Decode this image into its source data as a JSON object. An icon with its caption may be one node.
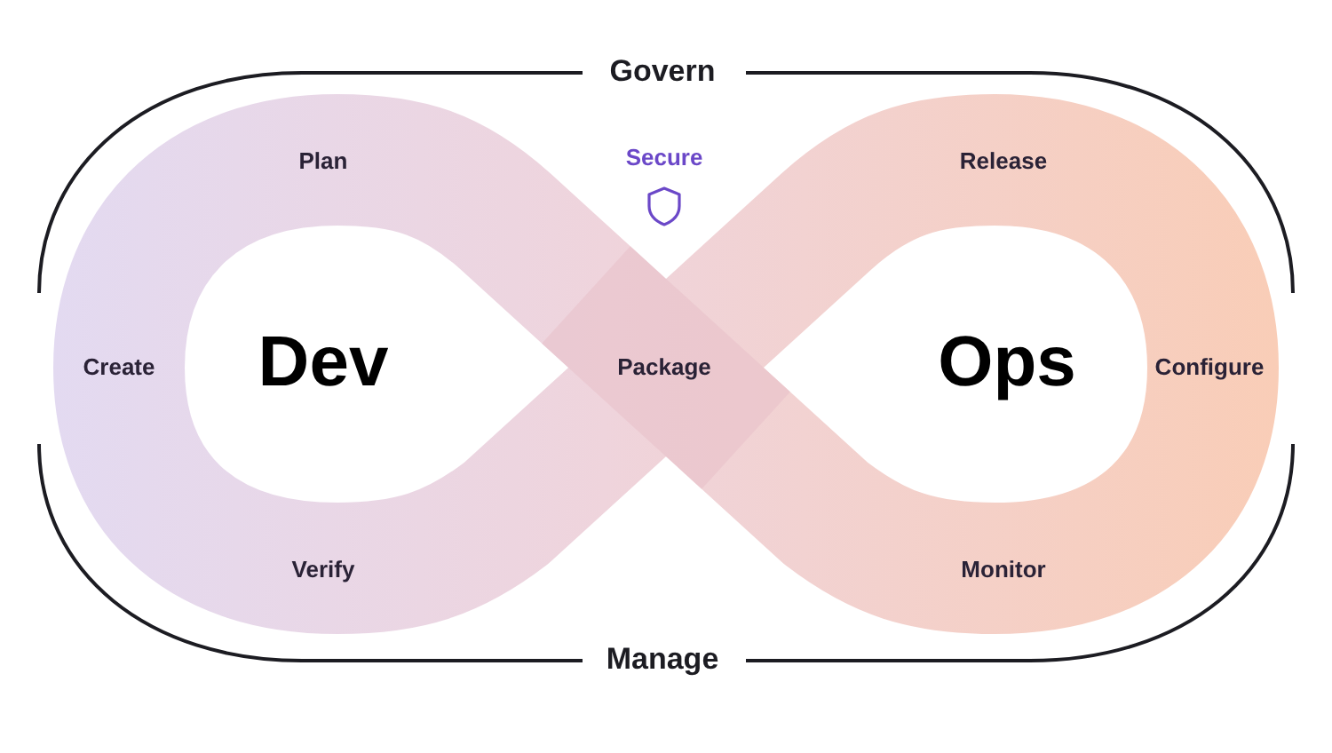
{
  "diagram": {
    "labels": [
      "Govern",
      "Plan",
      "Secure",
      "Release",
      "Create",
      "Dev",
      "Package",
      "Ops",
      "Configure",
      "Verify",
      "Monitor",
      "Manage"
    ]
  }
}
